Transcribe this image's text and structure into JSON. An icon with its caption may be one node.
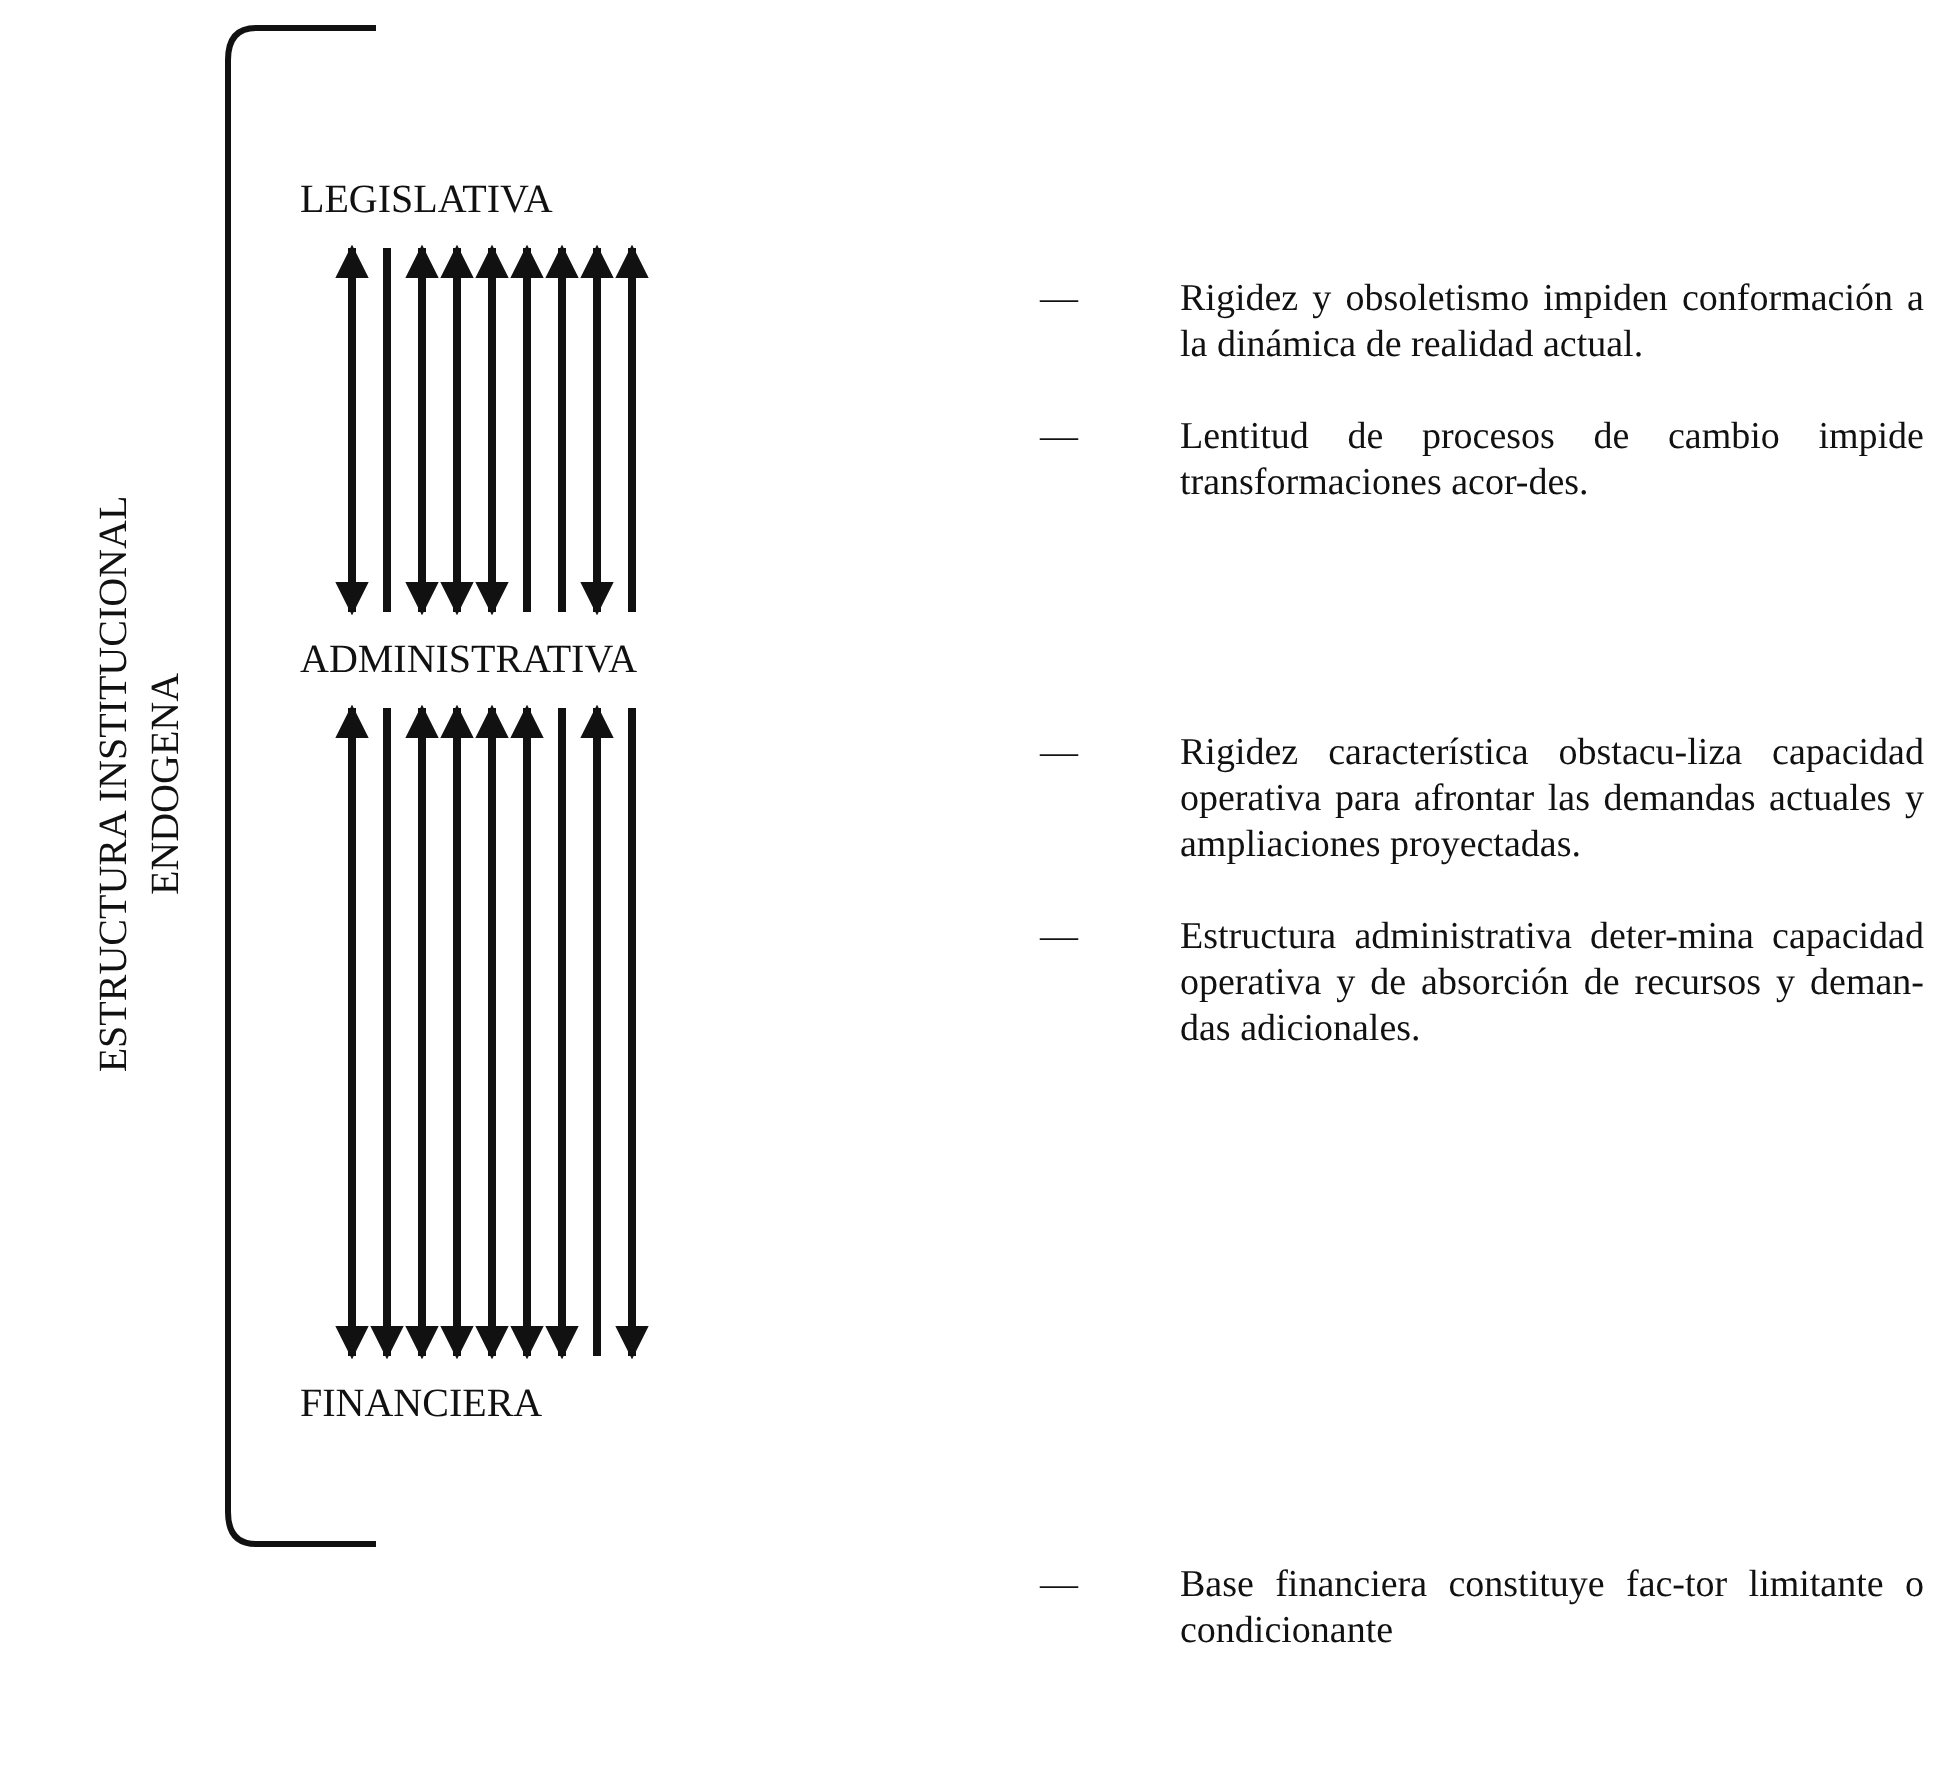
{
  "diagram": {
    "nodes": [
      {
        "text": [
          "LEGISLATIVA"
        ]
      },
      {
        "text": [
          "ADMINISTRATIVA"
        ]
      },
      {
        "text": [
          "FINANCIERA"
        ]
      }
    ],
    "edges": [
      {
        "from": 0,
        "to": 1,
        "arrow": "both"
      },
      {
        "from": 0,
        "to": 1,
        "arrow": "none"
      },
      {
        "from": 0,
        "to": 1,
        "arrow": "both"
      },
      {
        "from": 0,
        "to": 1,
        "arrow": "both"
      },
      {
        "from": 0,
        "to": 1,
        "arrow": "both"
      },
      {
        "from": 1,
        "to": 0,
        "arrow": "to"
      },
      {
        "from": 1,
        "to": 0,
        "arrow": "to"
      },
      {
        "from": 0,
        "to": 1,
        "arrow": "both"
      },
      {
        "from": 1,
        "to": 0,
        "arrow": "to"
      },
      {
        "from": 1,
        "to": 2,
        "arrow": "both"
      },
      {
        "from": 1,
        "to": 2,
        "arrow": "to"
      },
      {
        "from": 1,
        "to": 2,
        "arrow": "both"
      },
      {
        "from": 1,
        "to": 2,
        "arrow": "both"
      },
      {
        "from": 1,
        "to": 2,
        "arrow": "both"
      },
      {
        "from": 1,
        "to": 2,
        "arrow": "both"
      },
      {
        "from": 1,
        "to": 2,
        "arrow": "to"
      },
      {
        "from": 2,
        "to": 1,
        "arrow": "to"
      },
      {
        "from": 1,
        "to": 2,
        "arrow": "to"
      }
    ],
    "labels": [
      "ESTRUCTURA INSTITUCIONAL ENDOGENA",
      "—",
      "Rigidez y obsoletismo impiden conformación a la dinámica de realidad actual.",
      "—",
      "Lentitud de procesos de cambio impide transformaciones acor-des.",
      "—",
      "Rigidez característica obstacu-liza capacidad operativa para afrontar las demandas actuales y ampliaciones proyectadas.",
      "—",
      "Estructura administrativa deter-mina capacidad operativa y de absorción de recursos y deman-das adicionales.",
      "—",
      "Base financiera constituye fac-tor limitante o condicionante"
    ]
  }
}
